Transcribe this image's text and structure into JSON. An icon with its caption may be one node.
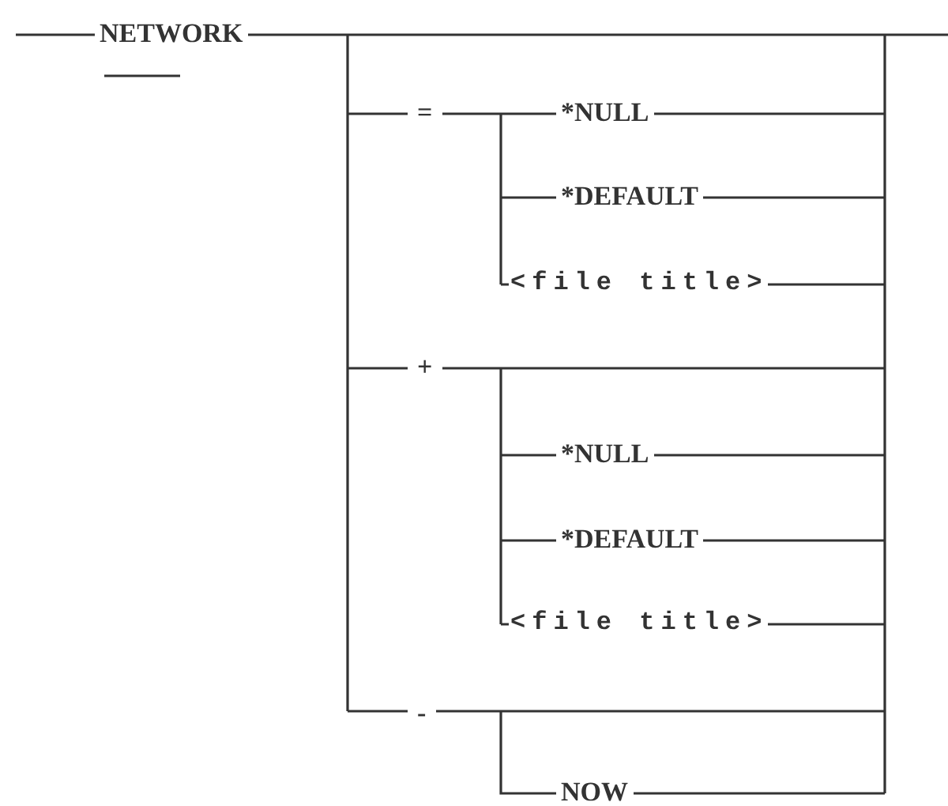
{
  "diagram": {
    "labels": [
      "NETWORK",
      "=",
      "*NULL",
      "*DEFAULT",
      "<file title>",
      "+",
      "*NULL",
      "*DEFAULT",
      "<file title>",
      "-",
      "NOW"
    ]
  }
}
